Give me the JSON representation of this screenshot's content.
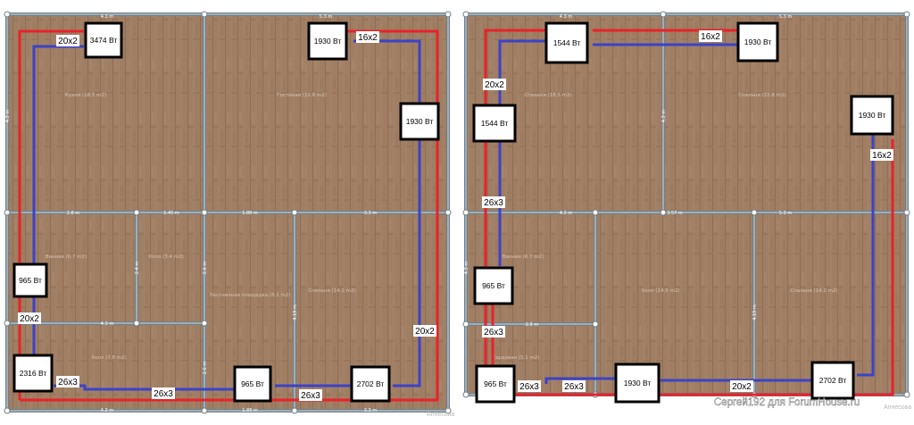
{
  "plans": [
    {
      "id": "left",
      "rooms": [
        {
          "label": "Кухня (18.5 m2)"
        },
        {
          "label": "Гостиная (22.8 m2)"
        },
        {
          "label": "Ванная (6.7 m2)"
        },
        {
          "label": "Холл (3.4 m2)"
        },
        {
          "label": "Лестничная площадка (8.1 m2)"
        },
        {
          "label": "Спальня (14.2 m2)"
        },
        {
          "label": "Холл (7.8 m2)"
        }
      ],
      "dims": [
        "4.3 m",
        "5.3 m",
        "2.8 m",
        "1.45 m",
        "1.88 m",
        "3.3 m",
        "4.3 m",
        "1.88 m",
        "3.3 m",
        "4.3 m",
        "4.3 m",
        "2.6 m",
        "2.4 m",
        "2.6 m",
        "4.19 m"
      ],
      "radiators": [
        {
          "label": "3474 Вт"
        },
        {
          "label": "1930 Вт"
        },
        {
          "label": "1930 Вт"
        },
        {
          "label": "965 Вт"
        },
        {
          "label": "2316 Вт"
        },
        {
          "label": "965 Вт"
        },
        {
          "label": "2702 Вт"
        }
      ],
      "pipes": [
        {
          "label": "20x2"
        },
        {
          "label": "16x2"
        },
        {
          "label": "20x2"
        },
        {
          "label": "20x2"
        },
        {
          "label": "26x3"
        },
        {
          "label": "26x3"
        },
        {
          "label": "26x3"
        }
      ],
      "corner_text": "Апнесова"
    },
    {
      "id": "right",
      "rooms": [
        {
          "label": "Спальня (18.5 m2)"
        },
        {
          "label": "Спальня (22.8 m2)"
        },
        {
          "label": "Ванная (6.7 m2)"
        },
        {
          "label": "Холл (14.5 m2)"
        },
        {
          "label": "Спальня (14.2 m2)"
        },
        {
          "label": "Гардовая (5.1 m2)"
        }
      ],
      "dims": [
        "4.3 m",
        "5.3 m",
        "4.3 m",
        "3.57 m",
        "5.3 m",
        "2.8 m",
        "4.3 m",
        "3.57 m",
        "3.3 m",
        "4.3 m",
        "4.3 m",
        "4.19 m"
      ],
      "radiators": [
        {
          "label": "1544 Вт"
        },
        {
          "label": "1930 Вт"
        },
        {
          "label": "1544 Вт"
        },
        {
          "label": "1930 Вт"
        },
        {
          "label": "965 Вт"
        },
        {
          "label": "965 Вт"
        },
        {
          "label": "1930 Вт"
        },
        {
          "label": "2702 Вт"
        }
      ],
      "pipes": [
        {
          "label": "16x2"
        },
        {
          "label": "20x2"
        },
        {
          "label": "16x2"
        },
        {
          "label": "26x3"
        },
        {
          "label": "26x3"
        },
        {
          "label": "26x3"
        },
        {
          "label": "26x3"
        },
        {
          "label": "20x2"
        }
      ],
      "corner_text": "Апнесова"
    }
  ],
  "credit": "Сергей192 для ForumHouse.ru",
  "colors": {
    "floor": "#a07e63",
    "floor_light": "#ad8d73",
    "wall": "#6f7f88",
    "wall_light": "#c9d2d6",
    "supply_pipe": "#e8222a",
    "return_pipe": "#3b43c8",
    "radiator_border": "#000000",
    "radiator_fill": "#ffffff"
  }
}
